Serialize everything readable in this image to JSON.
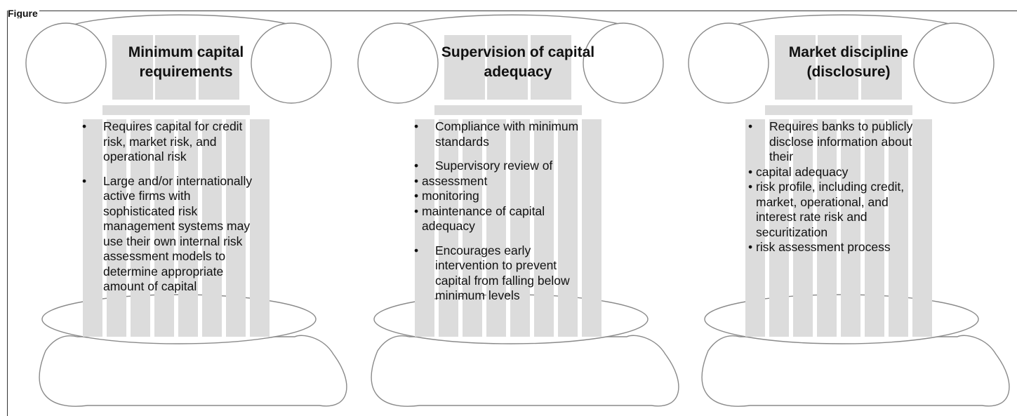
{
  "figure_label": "Figure",
  "colors": {
    "stroke": "#8a8a8a",
    "fill": "#dcdcdc",
    "text": "#111111"
  },
  "pillars": [
    {
      "title": "Minimum capital requirements",
      "bullets": [
        {
          "text": "Requires capital for credit risk, market risk, and operational risk",
          "subitems": []
        },
        {
          "text": "Large and/or internationally active firms with sophisticated risk management systems may use their own internal risk assessment models to determine appropriate amount of capital",
          "subitems": []
        }
      ]
    },
    {
      "title": "Supervision of capital adequacy",
      "bullets": [
        {
          "text": "Compliance with minimum standards",
          "subitems": []
        },
        {
          "text": "Supervisory review of",
          "subitems": [
            "assessment",
            "monitoring",
            "maintenance of capital adequacy"
          ]
        },
        {
          "text": "Encourages early intervention to prevent capital from falling below minimum levels",
          "subitems": []
        }
      ]
    },
    {
      "title": "Market discipline (disclosure)",
      "bullets": [
        {
          "text": "Requires banks to publicly disclose information about their",
          "subitems": [
            "capital adequacy",
            "risk profile, including credit, market, operational, and interest rate risk and securitization",
            "risk assessment process"
          ]
        }
      ]
    }
  ]
}
